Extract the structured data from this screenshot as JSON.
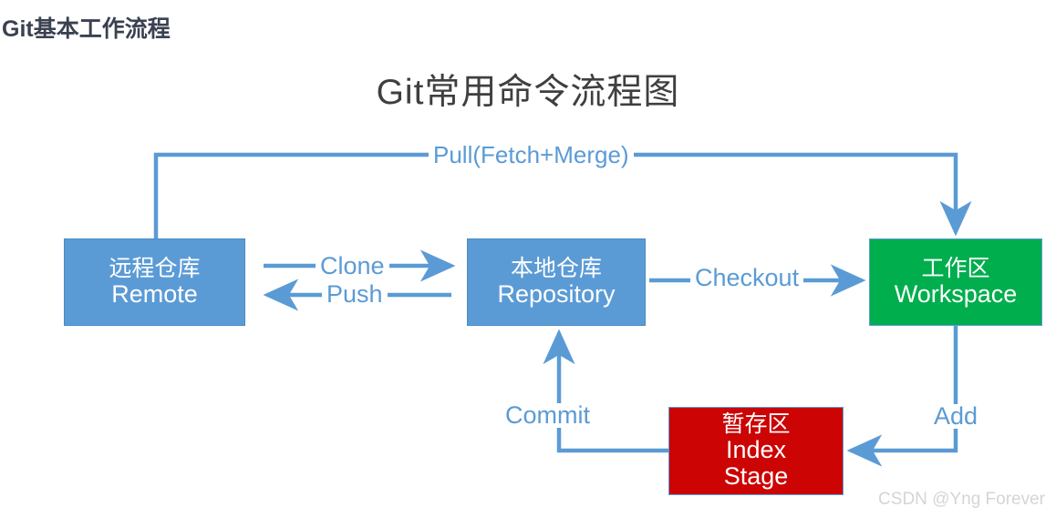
{
  "page": {
    "heading": "Git基本工作流程",
    "watermark": "CSDN @Yng Forever"
  },
  "diagram": {
    "title": "Git常用命令流程图",
    "colors": {
      "blue": "#5B9BD5",
      "green": "#00AE4D",
      "red": "#CC0404",
      "heading_text": "#3A4150",
      "title_text": "#3F3F3F",
      "watermark_text": "#D5D5D5",
      "node_text": "#FFFFFF"
    },
    "nodes": [
      {
        "id": "remote",
        "cn": "远程仓库",
        "en": "Remote",
        "en2": "",
        "fill": "#5B9BD5"
      },
      {
        "id": "repository",
        "cn": "本地仓库",
        "en": "Repository",
        "en2": "",
        "fill": "#5B9BD5"
      },
      {
        "id": "workspace",
        "cn": "工作区",
        "en": "Workspace",
        "en2": "",
        "fill": "#00AE4D"
      },
      {
        "id": "index",
        "cn": "暂存区",
        "en": "Index",
        "en2": "Stage",
        "fill": "#CC0404"
      }
    ],
    "edges": [
      {
        "id": "pull",
        "label": "Pull(Fetch+Merge)",
        "from": "remote",
        "to": "workspace"
      },
      {
        "id": "clone",
        "label": "Clone",
        "from": "remote",
        "to": "repository"
      },
      {
        "id": "push",
        "label": "Push",
        "from": "repository",
        "to": "remote"
      },
      {
        "id": "checkout",
        "label": "Checkout",
        "from": "repository",
        "to": "workspace"
      },
      {
        "id": "add",
        "label": "Add",
        "from": "workspace",
        "to": "index"
      },
      {
        "id": "commit",
        "label": "Commit",
        "from": "index",
        "to": "repository"
      }
    ]
  }
}
